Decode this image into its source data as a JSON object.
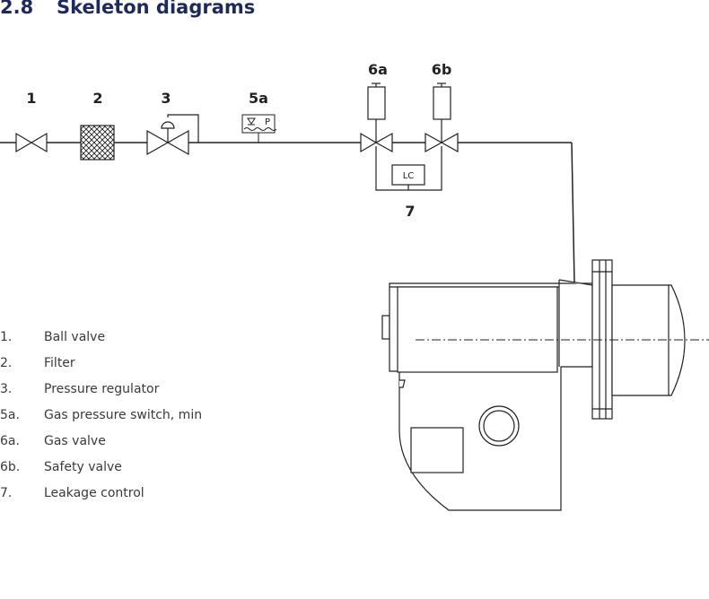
{
  "heading": {
    "number": "2.8",
    "title": "Skeleton diagrams"
  },
  "components": {
    "ball_valve": "1",
    "filter": "2",
    "pressure_regulator": "3",
    "pressure_switch": "5a",
    "gas_valve": "6a",
    "safety_valve": "6b",
    "leakage_control": "7"
  },
  "box_text": {
    "pressure_switch_p": "P",
    "leakage_control": "LC"
  },
  "legend": [
    {
      "key": "1.",
      "label": "Ball valve"
    },
    {
      "key": "2.",
      "label": "Filter"
    },
    {
      "key": "3.",
      "label": "Pressure regulator"
    },
    {
      "key": "5a.",
      "label": "Gas pressure switch, min"
    },
    {
      "key": "6a.",
      "label": "Gas valve"
    },
    {
      "key": "6b.",
      "label": "Safety valve"
    },
    {
      "key": "7.",
      "label": "Leakage control"
    }
  ],
  "colors": {
    "heading": "#1f2a5c",
    "line": "#222222",
    "text": "#3a3a3a"
  }
}
